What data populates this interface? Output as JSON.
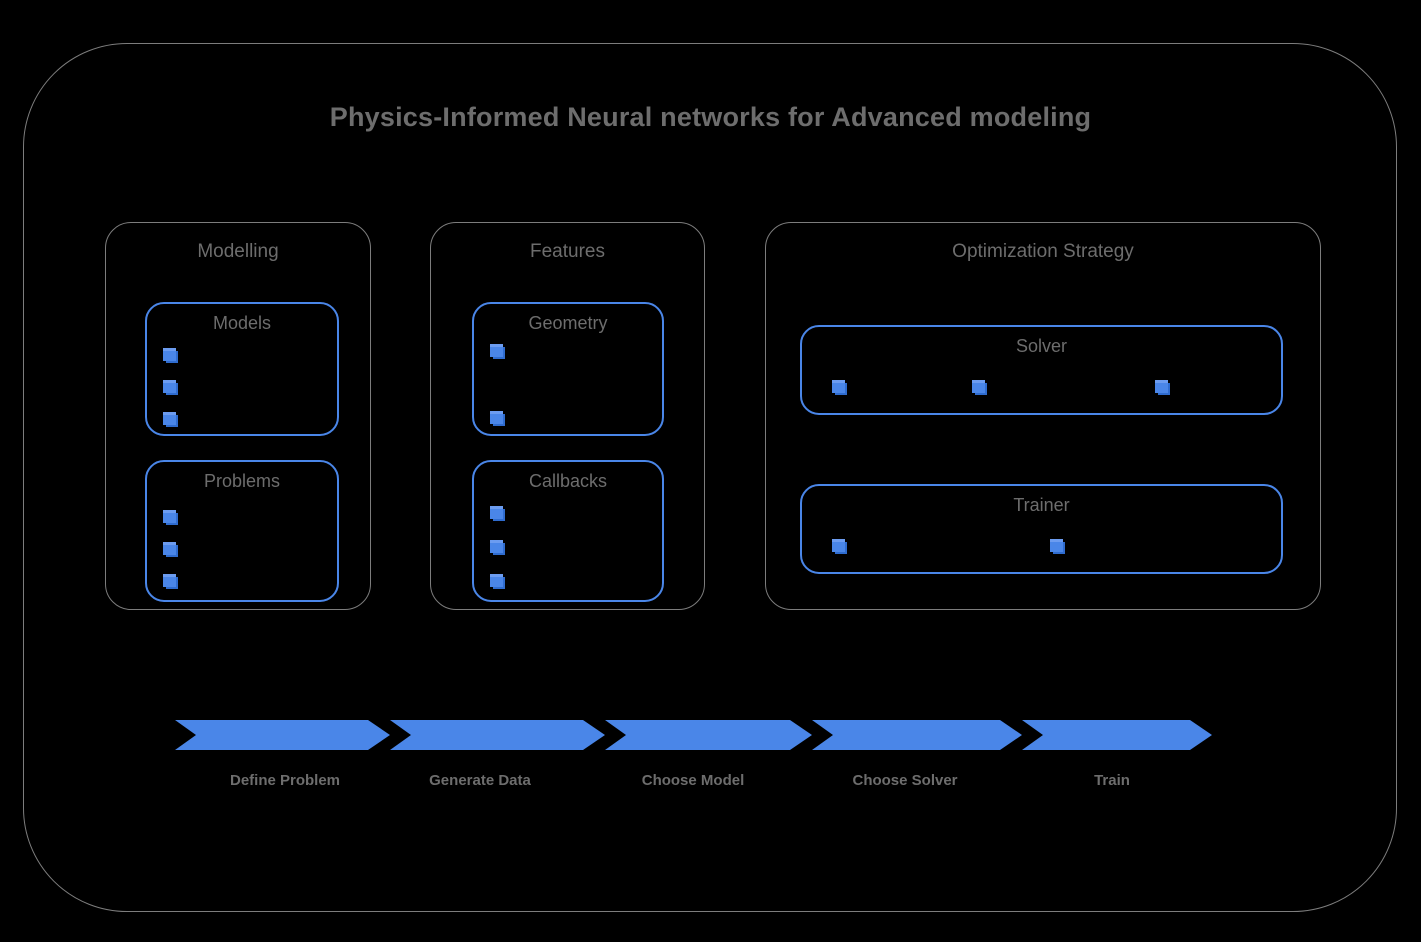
{
  "title": "Physics-Informed Neural networks for Advanced modeling",
  "colors": {
    "background": "#000000",
    "frame_border": "#7d7d7d",
    "accent_blue": "#4a86e8",
    "label_gray": "#6d6d6d"
  },
  "groups": [
    {
      "id": "modelling",
      "label": "Modelling",
      "boxes": [
        {
          "id": "models",
          "label": "Models",
          "bullet_count": 3,
          "bullet_layout": "vertical"
        },
        {
          "id": "problems",
          "label": "Problems",
          "bullet_count": 3,
          "bullet_layout": "vertical"
        }
      ]
    },
    {
      "id": "features",
      "label": "Features",
      "boxes": [
        {
          "id": "geometry",
          "label": "Geometry",
          "bullet_count": 2,
          "bullet_layout": "vertical-spread"
        },
        {
          "id": "callbacks",
          "label": "Callbacks",
          "bullet_count": 3,
          "bullet_layout": "vertical"
        }
      ]
    },
    {
      "id": "optimization-strategy",
      "label": "Optimization Strategy",
      "boxes": [
        {
          "id": "solver",
          "label": "Solver",
          "bullet_count": 3,
          "bullet_layout": "horizontal"
        },
        {
          "id": "trainer",
          "label": "Trainer",
          "bullet_count": 2,
          "bullet_layout": "horizontal"
        }
      ]
    }
  ],
  "pipeline": {
    "steps": [
      {
        "label": "Define Problem"
      },
      {
        "label": "Generate Data"
      },
      {
        "label": "Choose Model"
      },
      {
        "label": "Choose Solver"
      },
      {
        "label": "Train"
      }
    ]
  }
}
